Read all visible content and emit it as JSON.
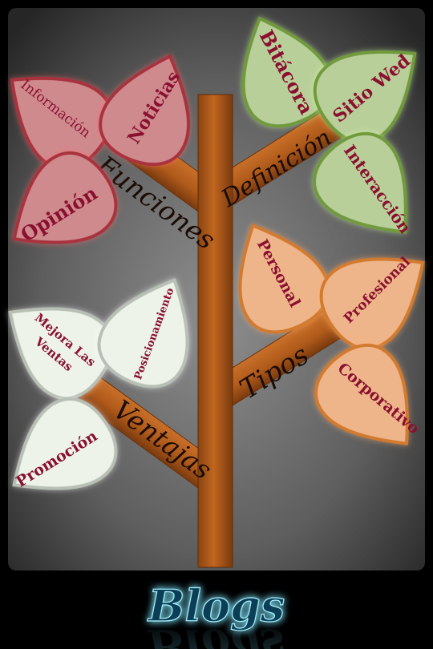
{
  "title": "Blogs",
  "branches": {
    "funciones": "Funciones",
    "definicion": "Definición",
    "ventajas": "Ventajas",
    "tipos": "Tipos"
  },
  "leaves": {
    "informacion": "Información",
    "noticias": "Noticias",
    "opinion": "Opinión",
    "bitacora": "Bitácora",
    "sitio_wed": "Sitio Wed",
    "interaccion": "Interacción",
    "mejora_line1": "Mejora Las",
    "mejora_line2": "Ventas",
    "posicionamiento": "Posicionamiento",
    "promocion": "Promoción",
    "personal": "Personal",
    "profesional": "Profesional",
    "corporativo": "Corporativo"
  },
  "colors": {
    "background": "#000000",
    "panel_center": "#8a8a8a",
    "panel_edge": "#262626",
    "trunk": "#b05a1a",
    "trunk_dark": "#7a3a0e",
    "leaf_red_fill": "#cf8a8e",
    "leaf_red_stroke": "#a8303c",
    "leaf_green_fill": "#b9cf9a",
    "leaf_green_stroke": "#6f9a3a",
    "leaf_white_fill": "#eef3ea",
    "leaf_white_stroke": "#b8bfb4",
    "leaf_orange_fill": "#eeb58a",
    "leaf_orange_stroke": "#d27a2e",
    "text_maroon": "#8a1030",
    "title_glow": "#7fe8ff"
  }
}
